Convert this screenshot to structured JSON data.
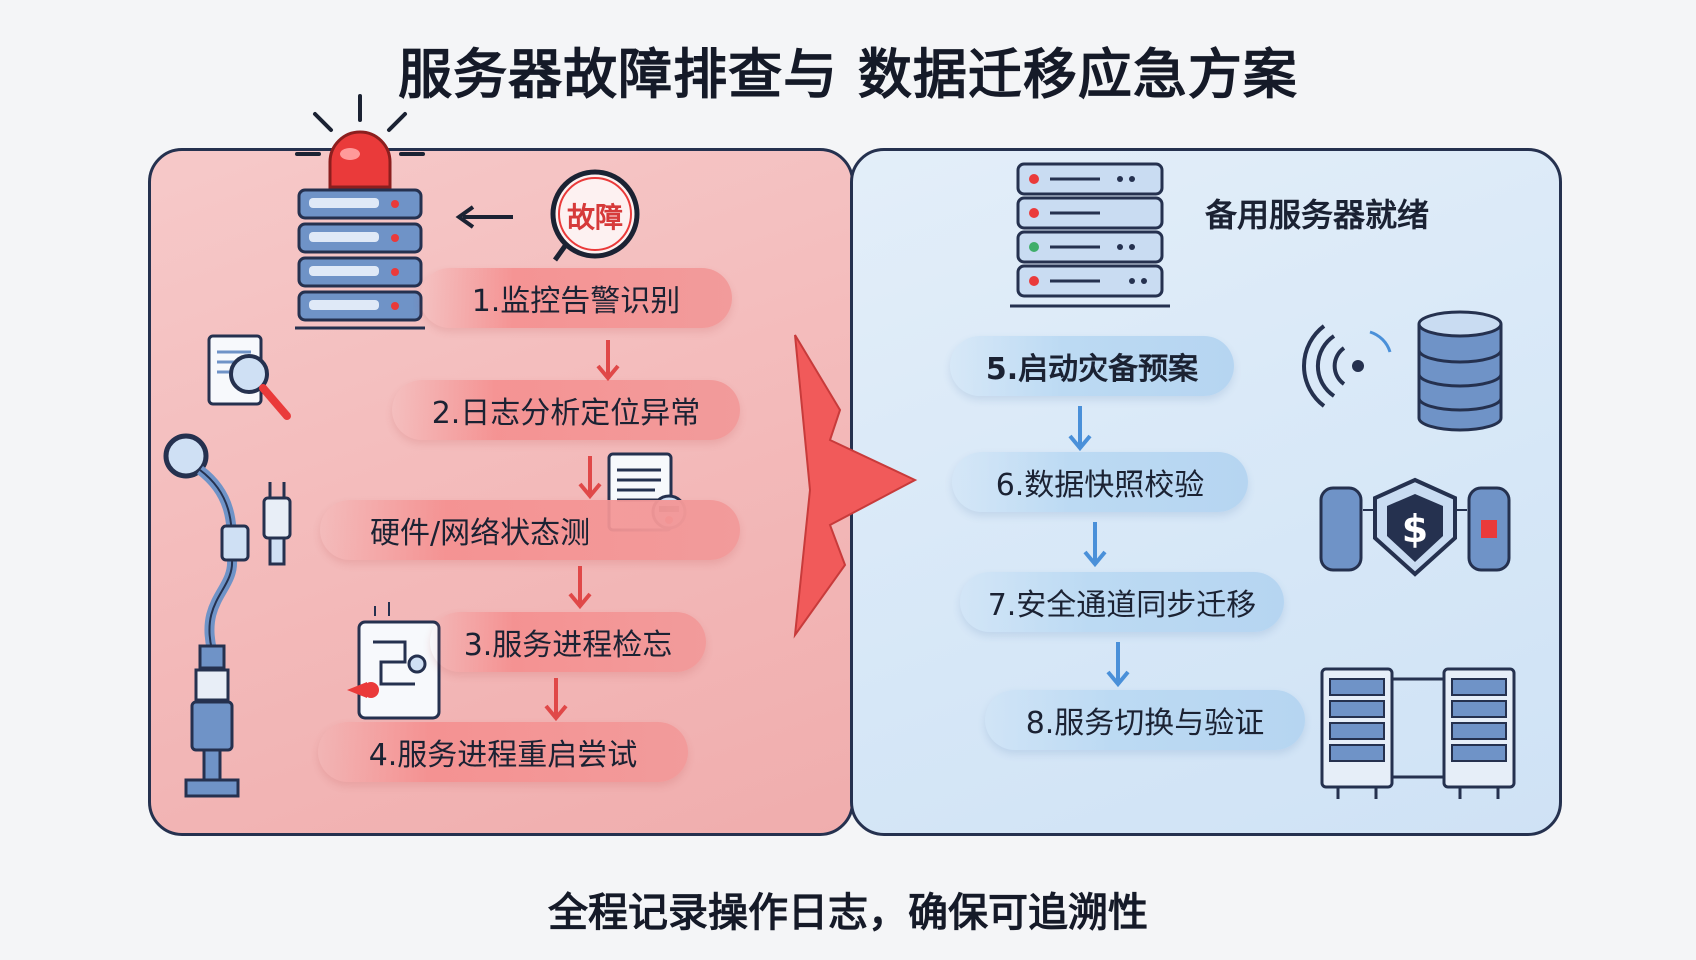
{
  "title": "服务器故障排查与 数据迁移应急方案",
  "footer": "全程记录操作日志，确保可追溯性",
  "badge_text": "故障",
  "left_steps": [
    "1.监控告警识别",
    "2.日志分析定位异常",
    "硬件/网络状态测",
    "3.服务进程检忘",
    "4.服务进程重启尝试"
  ],
  "right_label": "备用服务器就绪",
  "right_steps": [
    "5.启动灾备预案",
    "6.数据快照校验",
    "7.安全通道同步迁移",
    "8.服务切换与验证"
  ],
  "colors": {
    "alarm_red": "#ea3a3a",
    "arrow_red": "#f15a5a",
    "step_arrow_red": "#e04848",
    "step_arrow_blue": "#4a90d9",
    "server_blue": "#6f93c7",
    "outline_navy": "#25314f"
  },
  "icons": [
    "alarm-light-icon",
    "server-rack-icon",
    "fault-badge-icon",
    "magnifier-document-icon",
    "network-cable-icon",
    "document-icon",
    "process-chart-icon",
    "wifi-signal-icon",
    "database-icon",
    "shield-dollar-icon",
    "server-cabinet-icon"
  ]
}
